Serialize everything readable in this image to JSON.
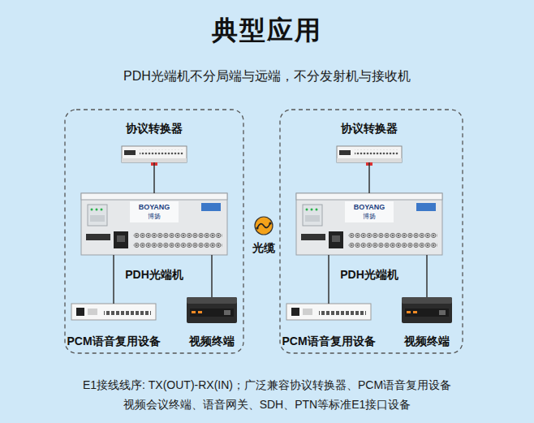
{
  "diagram": {
    "title": "典型应用",
    "caption": "E1接线线序: TX(OUT)-RX(IN)；广泛兼容协议转换器、PCM语音复用设备 视频会议终端、语音网关、SDH、PTN等标准E1接口设备",
    "nodes": [
      {
        "text": [
          "协议转换器"
        ]
      },
      {
        "text": [
          "PDH光端机"
        ]
      },
      {
        "text": [
          "PCM语音复用设备"
        ]
      },
      {
        "text": [
          "视频终端"
        ]
      },
      {
        "text": [
          "协议转换器"
        ]
      },
      {
        "text": [
          "PDH光端机"
        ]
      },
      {
        "text": [
          "PCM语音复用设备"
        ]
      },
      {
        "text": [
          "视频终端"
        ]
      }
    ],
    "edges": [
      {
        "from": 0,
        "to": 1,
        "arrow": "none"
      },
      {
        "from": 1,
        "to": 2,
        "arrow": "none"
      },
      {
        "from": 1,
        "to": 3,
        "arrow": "none"
      },
      {
        "from": 4,
        "to": 5,
        "arrow": "none"
      },
      {
        "from": 5,
        "to": 6,
        "arrow": "none"
      },
      {
        "from": 5,
        "to": 7,
        "arrow": "none"
      }
    ],
    "labels": [
      "PDH光端机不分局端与远端，不分发射机与接收机",
      "光缆",
      "BOYANG",
      "博扬",
      "BOYANG",
      "博扬"
    ]
  }
}
